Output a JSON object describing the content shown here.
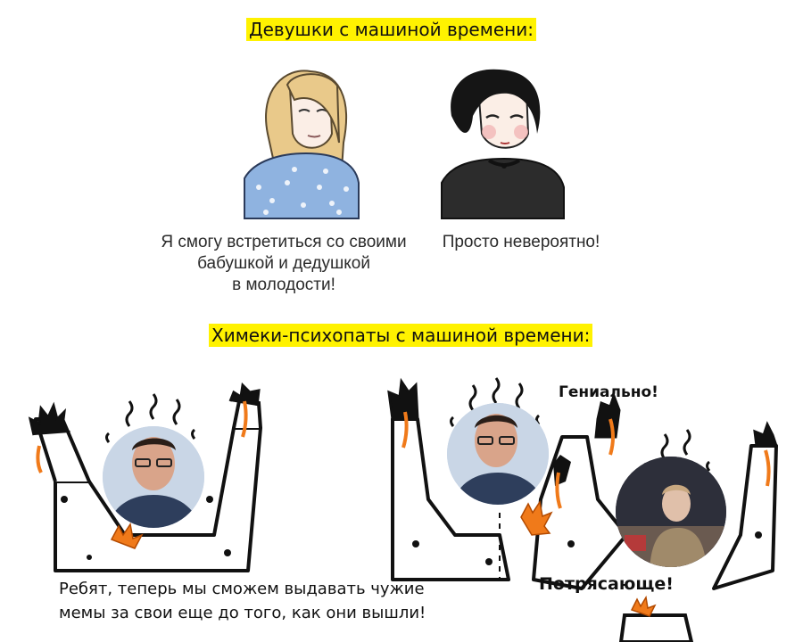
{
  "top": {
    "heading": "Девушки с машиной времени:",
    "left_caption_lines": [
      "Я смогу встретиться со своими",
      "бабушкой и дедушкой",
      "в молодости!"
    ],
    "right_caption": "Просто невероятно!"
  },
  "bottom": {
    "heading": "Химеки-психопаты с машиной времени:",
    "speech_lines": [
      "Ребят, теперь мы сможем выдавать чужие",
      "мемы за свои еще до того, как они вышли!"
    ],
    "genius_label": "Гениально!",
    "awesome_label": "Потрясающе!"
  },
  "colors": {
    "highlight": "#fff200",
    "fire": "#f07a1a",
    "dress": "#8fb3e0",
    "hair_blonde": "#e9c98a"
  }
}
